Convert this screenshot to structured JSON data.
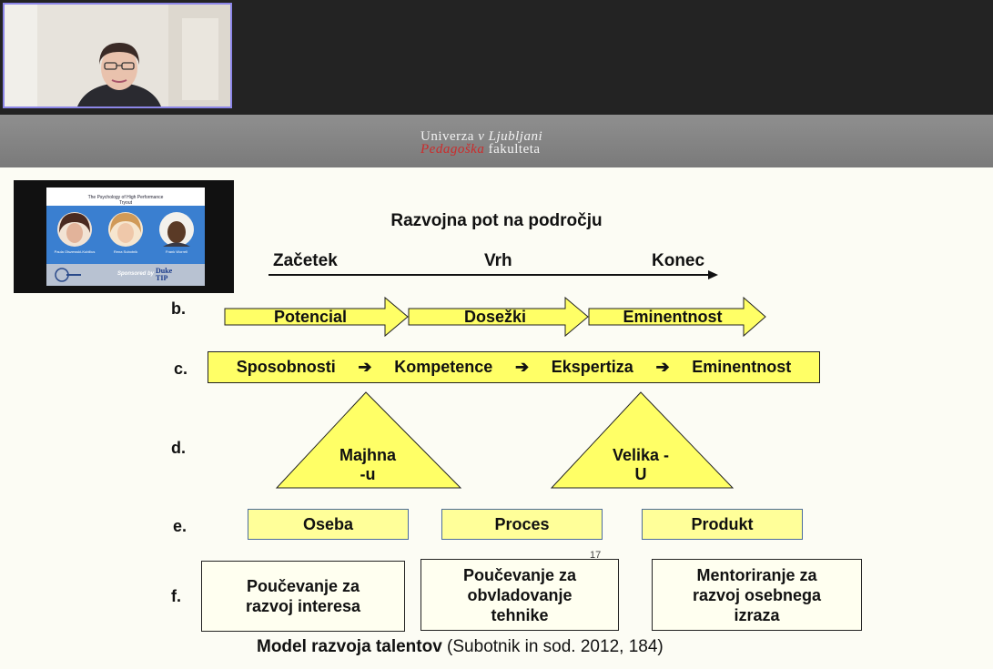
{
  "header": {
    "univerza": "Univerza",
    "v_ljubljani": "v Ljubljani",
    "pedagoska": "Pedagoška",
    "fakulteta": "fakulteta"
  },
  "thumbnail": {
    "title": "The Psychology of High Performance",
    "subtitle": "Tryout",
    "speakers": [
      "Paula Olszewski-Kubilius",
      "Rena Subotnik",
      "Frank Worrell"
    ],
    "sponsored": "Sponsored by",
    "sponsor": "Duke TIP"
  },
  "slide": {
    "title": "Razvojna pot na področju",
    "timeline": [
      "Začetek",
      "Vrh",
      "Konec"
    ],
    "row_labels": [
      "b.",
      "c.",
      "d.",
      "e.",
      "f."
    ],
    "arrows": [
      "Potencial",
      "Dosežki",
      "Eminentnost"
    ],
    "row_c": {
      "items": [
        "Sposobnosti",
        "Kompetence",
        "Ekspertiza",
        "Eminentnost"
      ],
      "sep": "➔"
    },
    "triangles": [
      {
        "line1": "Majhna",
        "line2": "-u"
      },
      {
        "line1": "Velika -",
        "line2": "U"
      }
    ],
    "e_boxes": [
      "Oseba",
      "Proces",
      "Produkt"
    ],
    "f_boxes": [
      {
        "l1": "Poučevanje za",
        "l2": "razvoj interesa",
        "l3": ""
      },
      {
        "l1": "Poučevanje za",
        "l2": "obvladovanje",
        "l3": "tehnike"
      },
      {
        "l1": "Mentoriranje  za",
        "l2": "razvoj osebnega",
        "l3": "izraza"
      }
    ],
    "page_number": "17",
    "caption_bold": "Model razvoja talentov",
    "caption_rest": " (Subotnik in sod. 2012, 184)"
  },
  "colors": {
    "video_border": "#8c86e8",
    "yellow": "#ffff66",
    "slide_bg": "#fcfcf4"
  }
}
